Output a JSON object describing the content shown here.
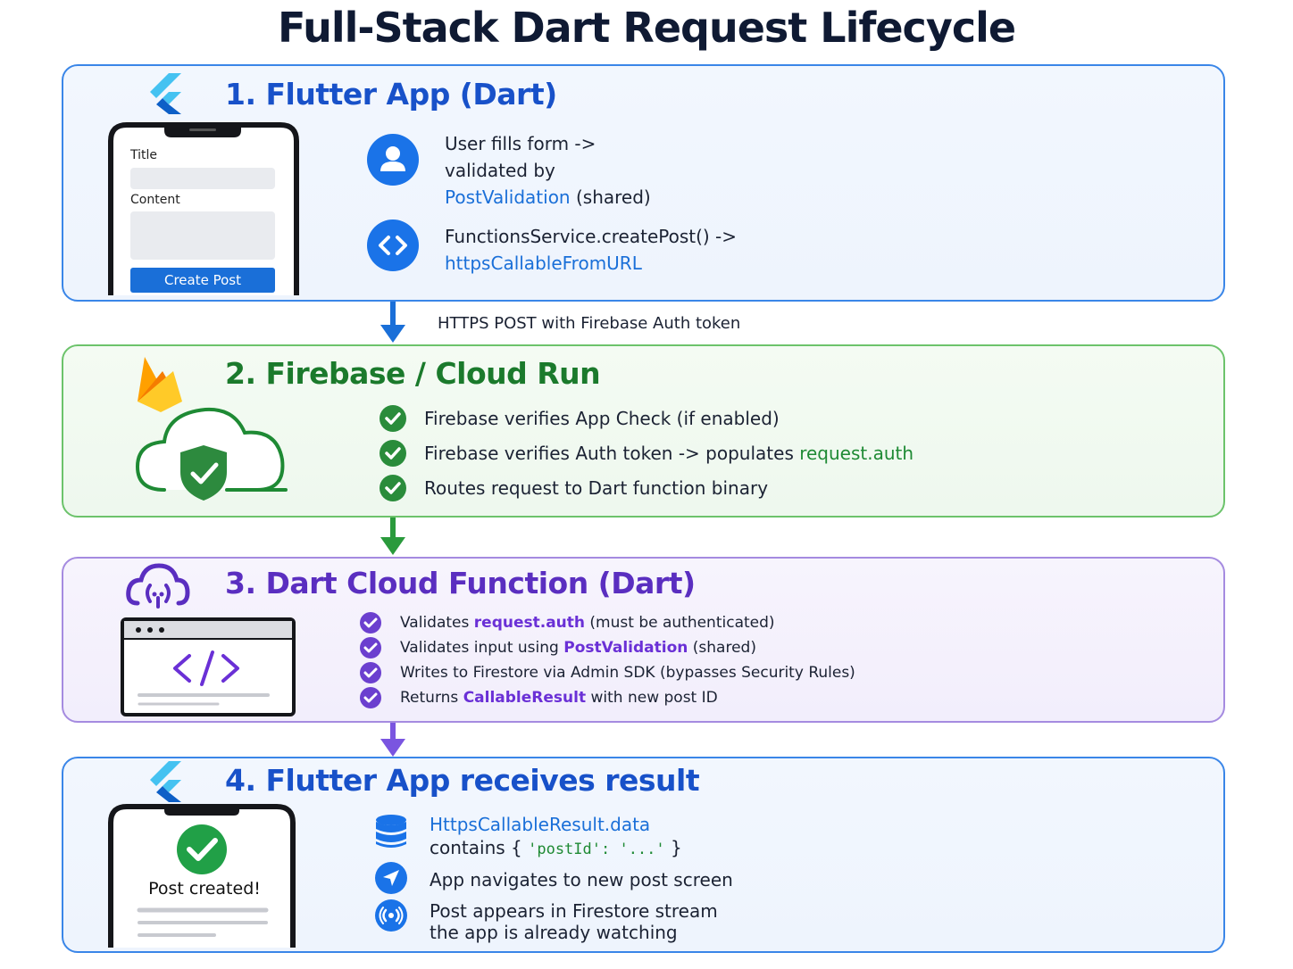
{
  "title": "Full-Stack Dart Request Lifecycle",
  "colors": {
    "blue": "#1a73e8",
    "green": "#1e8a34",
    "purple": "#6a30d6"
  },
  "panel1": {
    "title": "1. Flutter App (Dart)",
    "logo": "flutter-logo",
    "phone": {
      "title_label": "Title",
      "content_label": "Content",
      "button": "Create Post"
    },
    "step1": {
      "line1": "User fills form ->",
      "line2": "validated by",
      "link": "PostValidation",
      "suffix": "(shared)",
      "icon": "user-icon"
    },
    "step2": {
      "line1": "FunctionsService.createPost() ->",
      "link": "httpsCallableFromURL",
      "icon": "code-icon"
    }
  },
  "arrow1_label": "HTTPS POST with Firebase Auth token",
  "panel2": {
    "title": "2. Firebase / Cloud Run",
    "logo": "firebase-logo",
    "item1": "Firebase verifies App Check (if enabled)",
    "item2_text": "Firebase verifies Auth token -> populates",
    "item2_link": "request.auth",
    "item3": "Routes request to Dart function binary"
  },
  "panel3": {
    "title": "3. Dart Cloud Function (Dart)",
    "logo": "cloud-function-icon",
    "item1_pre": "Validates",
    "item1_link": "request.auth",
    "item1_post": "(must be authenticated)",
    "item2_pre": "Validates input using",
    "item2_link": "PostValidation",
    "item2_post": "(shared)",
    "item3": "Writes to Firestore via Admin SDK (bypasses Security Rules)",
    "item4_pre": "Returns",
    "item4_link": "CallableResult",
    "item4_post": "with new post ID"
  },
  "panel4": {
    "title": "4. Flutter App receives result",
    "logo": "flutter-logo",
    "phone_text": "Post created!",
    "item1_link": "HttpsCallableResult.data",
    "item1_pre": "contains {",
    "item1_code": "'postId': '...'",
    "item1_post": "}",
    "item2": "App navigates to new post screen",
    "item3_line1": "Post appears in Firestore stream",
    "item3_line2": "the app is already watching"
  }
}
